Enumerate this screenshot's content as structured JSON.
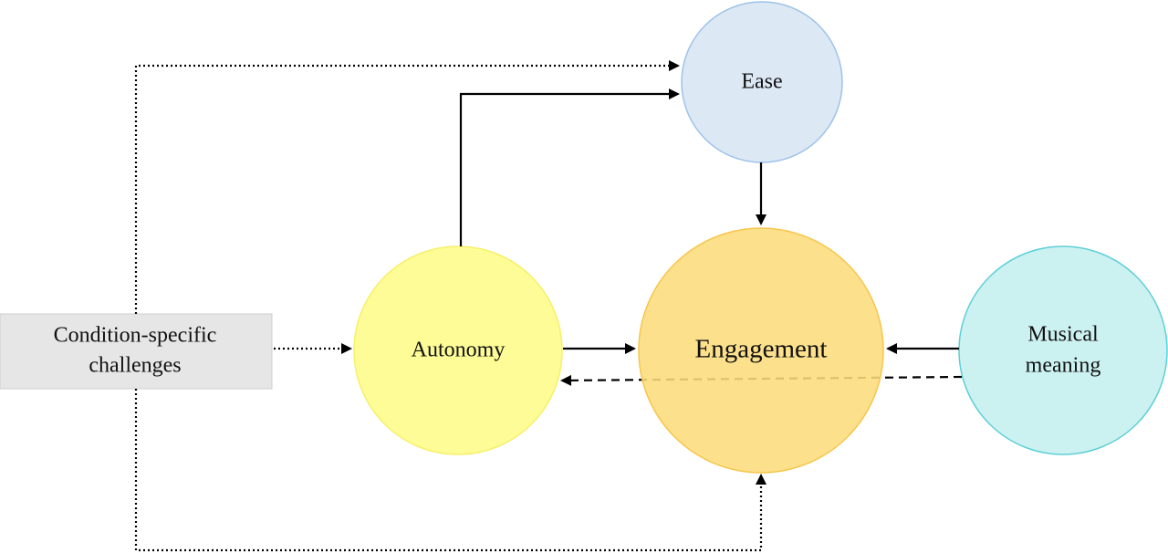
{
  "nodes": {
    "condition": {
      "label_line1": "Condition-specific",
      "label_line2": "challenges",
      "color": "#e6e6e6"
    },
    "autonomy": {
      "label": "Autonomy",
      "color": "#fdfc96"
    },
    "engagement": {
      "label": "Engagement",
      "color": "#fce28c"
    },
    "ease": {
      "label": "Ease",
      "color": "#dde8f5"
    },
    "musical": {
      "label_line1": "Musical",
      "label_line2": "meaning",
      "color": "#ccf1f1"
    }
  },
  "edges": [
    {
      "from": "condition",
      "to": "autonomy",
      "style": "dotted"
    },
    {
      "from": "condition",
      "to": "ease",
      "style": "dotted"
    },
    {
      "from": "condition",
      "to": "engagement",
      "style": "dotted"
    },
    {
      "from": "autonomy",
      "to": "ease",
      "style": "solid"
    },
    {
      "from": "autonomy",
      "to": "engagement",
      "style": "solid"
    },
    {
      "from": "ease",
      "to": "engagement",
      "style": "solid"
    },
    {
      "from": "musical",
      "to": "engagement",
      "style": "solid"
    },
    {
      "from": "musical",
      "to": "autonomy",
      "style": "dashed"
    }
  ]
}
